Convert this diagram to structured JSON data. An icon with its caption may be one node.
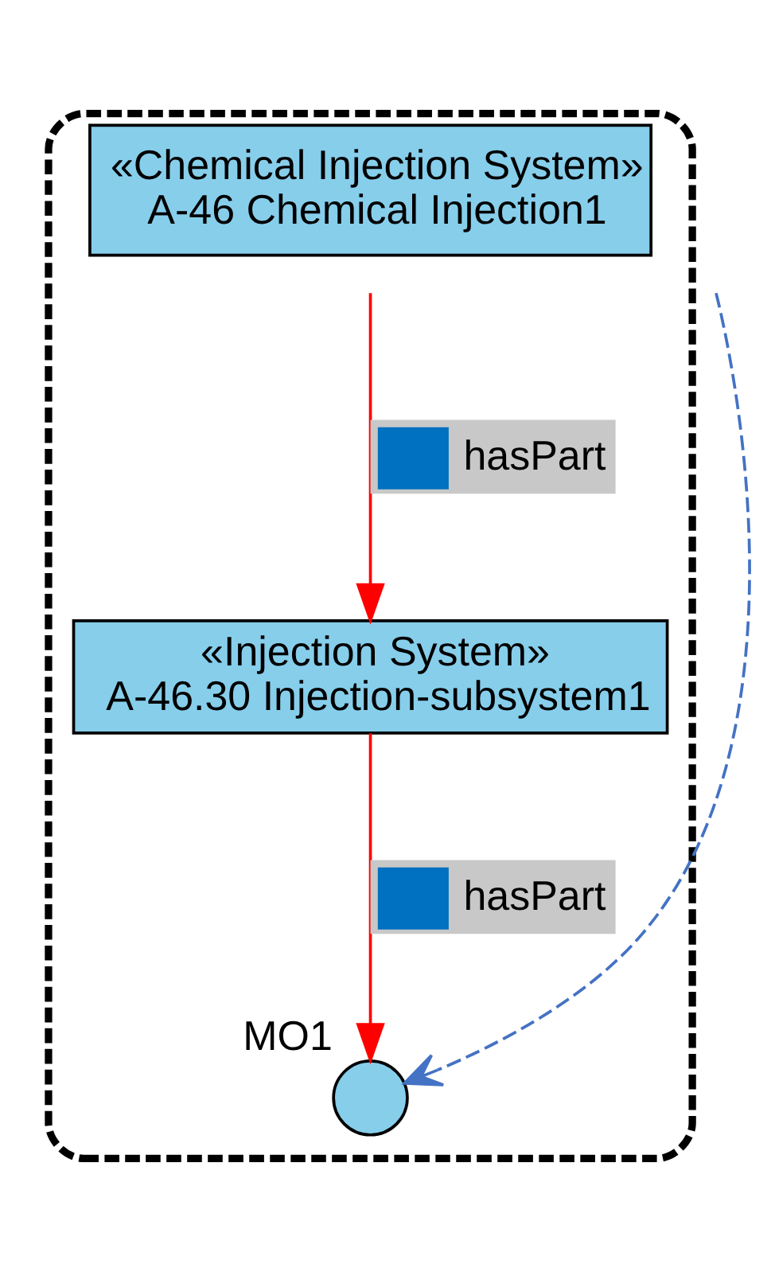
{
  "diagram": {
    "nodes": [
      {
        "text": [
          "«Chemical Injection System»",
          "A-46 Chemical Injection1"
        ]
      },
      {
        "text": [
          "«Injection System»",
          "A-46.30 Injection-subsystem1"
        ],
        "in": 0
      },
      {
        "text": [],
        "shape": "circle",
        "beside": [
          "MO1"
        ],
        "in": 0
      }
    ],
    "edges": [
      {
        "from": 0,
        "to": 1,
        "arrow": "to",
        "label": "hasPart"
      },
      {
        "from": 1,
        "to": 2,
        "arrow": "to",
        "label": "hasPart"
      },
      {
        "from": null,
        "to": 2,
        "arrow": "to",
        "style": "dashed",
        "color": "#4472c4"
      }
    ]
  }
}
